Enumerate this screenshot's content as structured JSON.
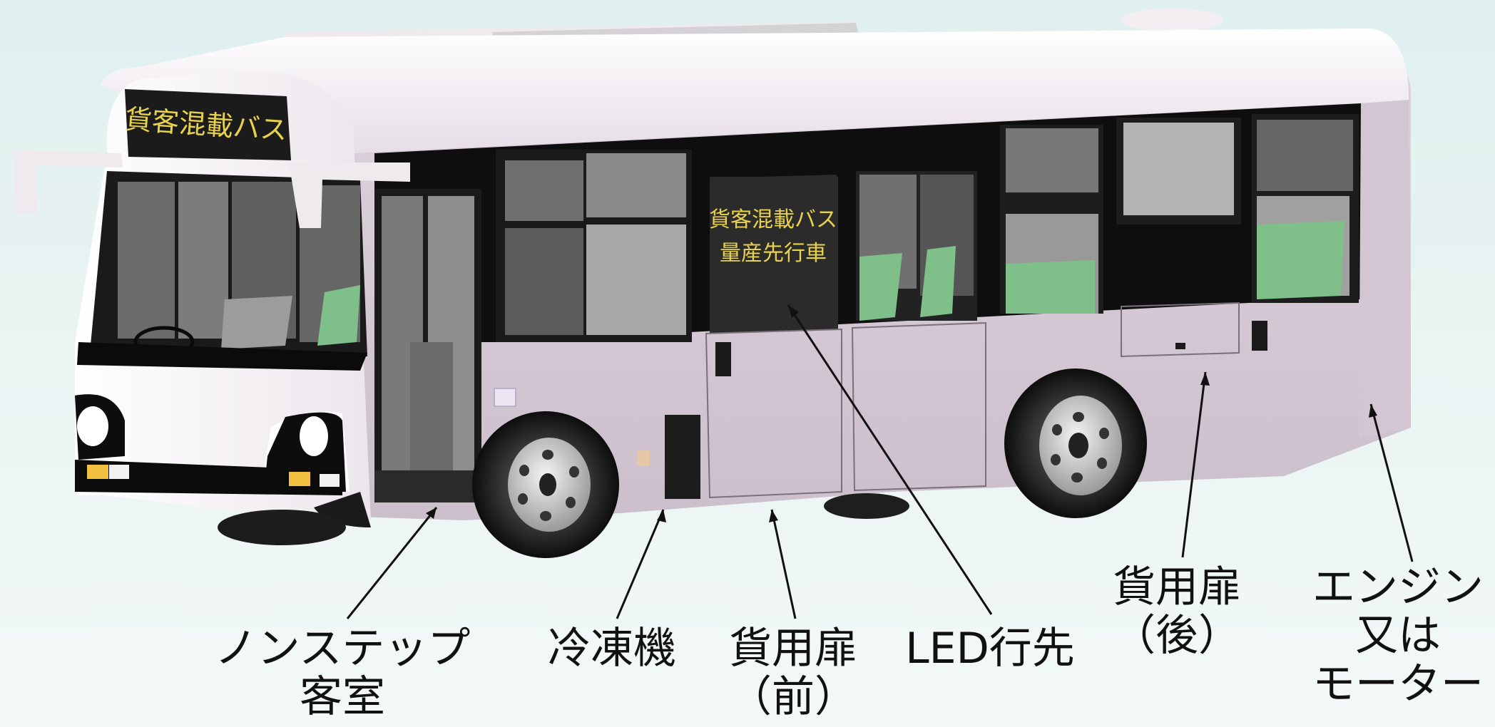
{
  "front_sign": {
    "text": "貨客混載バス"
  },
  "side_sign": {
    "line1": "貨客混載バス",
    "line2": "量産先行車"
  },
  "callouts": [
    {
      "id": "nonstep",
      "lines": [
        "ノンステップ",
        "客室"
      ]
    },
    {
      "id": "freezer",
      "lines": [
        "冷凍機"
      ]
    },
    {
      "id": "cargo-door-front",
      "lines": [
        "貨用扉",
        "（前）"
      ]
    },
    {
      "id": "led-destination",
      "lines": [
        "LED行先"
      ]
    },
    {
      "id": "cargo-door-rear",
      "lines": [
        "貨用扉",
        "（後）"
      ]
    },
    {
      "id": "engine",
      "lines": [
        "エンジン",
        "又は",
        "モーター"
      ]
    }
  ],
  "colors": {
    "body": "#d9cfd9",
    "roof": "#f3eff3",
    "window": "#0e0e0e",
    "seat": "#7fbf8a",
    "sign_bg": "#1b1b1b",
    "sign_text": "#e8d24a"
  }
}
